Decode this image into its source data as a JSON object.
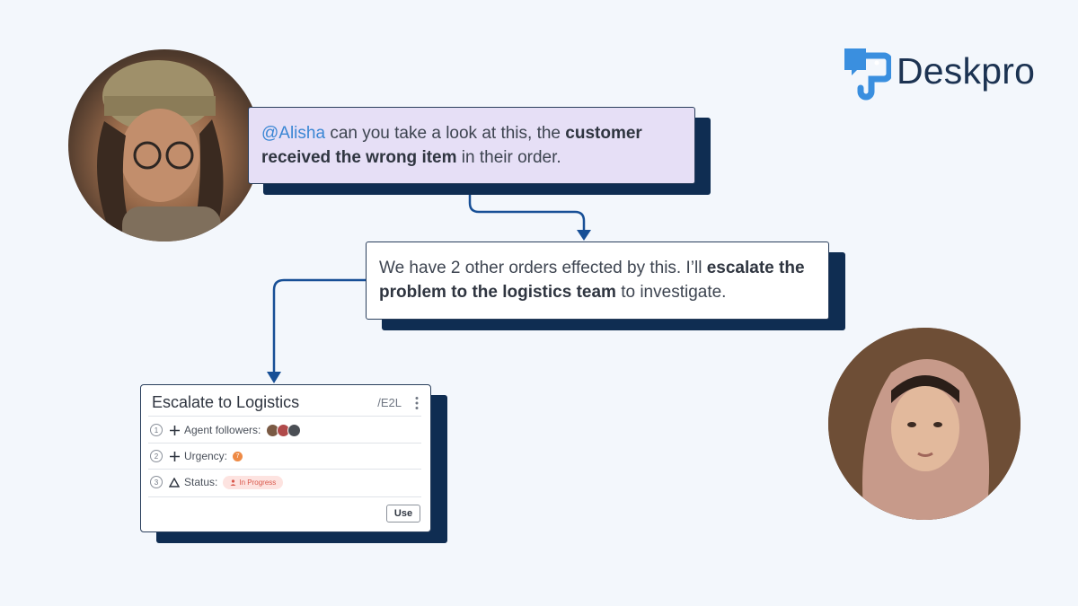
{
  "brand": {
    "name": "Deskpro",
    "color": "#3a8fdf"
  },
  "messages": [
    {
      "mention": "@Alisha",
      "text_1": " can you take a look at this, the ",
      "bold_1": "customer received the wrong item",
      "text_2": " in their order."
    },
    {
      "text_1": "We have 2 other orders effected by this. I’ll ",
      "bold_1": "escalate the problem to the logistics team",
      "text_2": " to investigate."
    }
  ],
  "macro": {
    "title": "Escalate to Logistics",
    "shortcut": "/E2L",
    "actions": [
      {
        "number": "1",
        "icon": "plus-icon",
        "label": "Agent followers:"
      },
      {
        "number": "2",
        "icon": "plus-icon",
        "label": "Urgency:",
        "value": "7"
      },
      {
        "number": "3",
        "icon": "triangle-icon",
        "label": "Status:",
        "value": "In Progress"
      }
    ],
    "use_label": "Use"
  },
  "colors": {
    "accent": "#3a86d4",
    "shadow": "#0f2d52",
    "bubble_purple": "#e6dff6",
    "status_bg": "#fde3e0",
    "status_text": "#d9584b",
    "urgency": "#ee8a45"
  }
}
